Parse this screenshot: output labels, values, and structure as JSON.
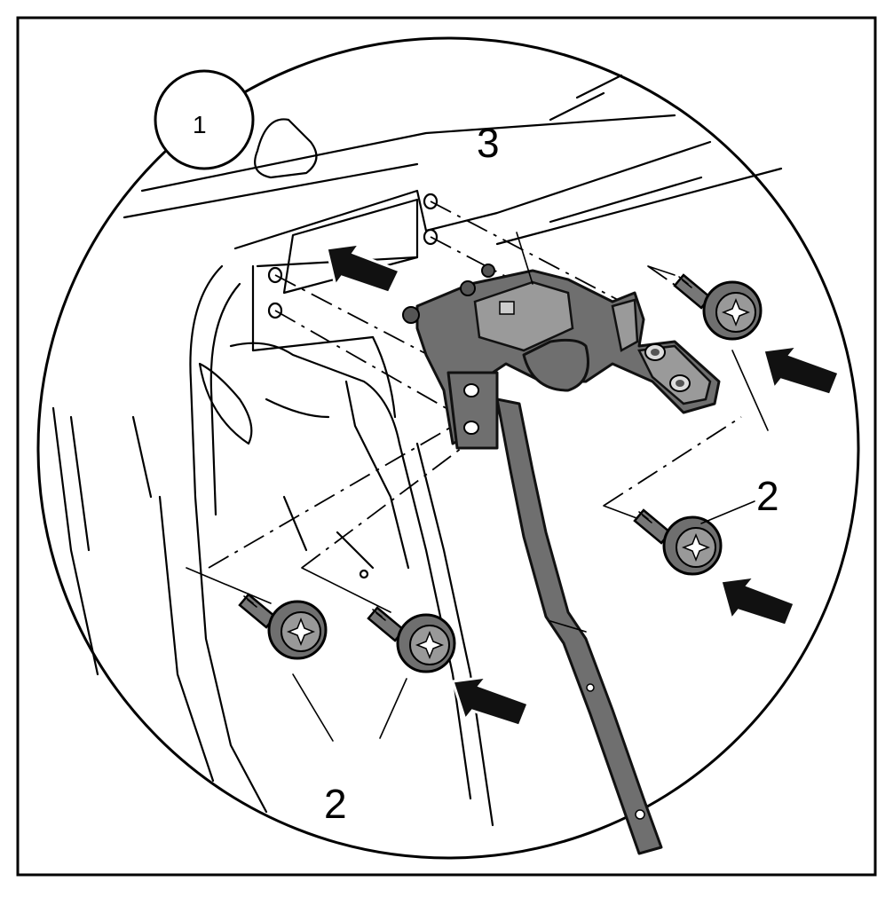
{
  "diagram": {
    "detail_badge": "1",
    "callouts": {
      "hinge": "3",
      "screws_right": "2",
      "screws_bottom": "2"
    },
    "colors": {
      "line": "#000000",
      "part_fill": "#6f6f6f",
      "background": "#ffffff"
    },
    "icons": [
      "bolt-icon",
      "direction-arrow-icon"
    ]
  }
}
